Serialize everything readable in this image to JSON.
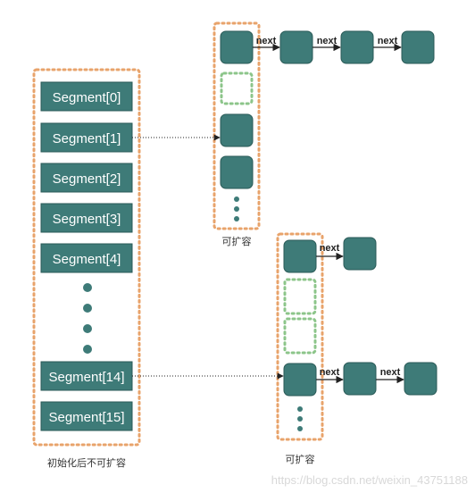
{
  "segments": {
    "labels": [
      "Segment[0]",
      "Segment[1]",
      "Segment[2]",
      "Segment[3]",
      "Segment[4]",
      "Segment[14]",
      "Segment[15]"
    ],
    "caption": "初始化后不可扩容"
  },
  "table_upper": {
    "caption": "可扩容",
    "next_labels": [
      "next",
      "next",
      "next"
    ]
  },
  "table_lower": {
    "caption": "可扩容",
    "next_labels": [
      "next",
      "next",
      "next"
    ]
  },
  "watermark": "https://blog.csdn.net/weixin_43751188",
  "colors": {
    "node": "#3e7b78",
    "node_border": "#2a5a57",
    "segment_box": "#e8a36b",
    "empty_slot": "#8cc58a",
    "node_edge": "#ffffff"
  }
}
